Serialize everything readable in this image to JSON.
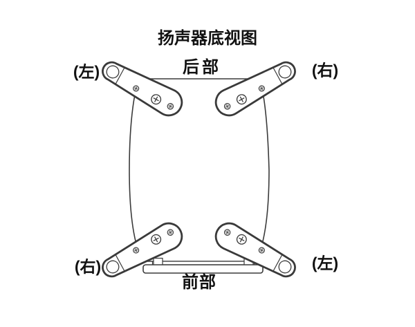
{
  "diagram": {
    "title": "扬声器底视图",
    "rear_label": "后部",
    "front_label": "前部",
    "corner_labels": {
      "top_left": "(左)",
      "top_right": "(右)",
      "bottom_left": "(右)",
      "bottom_right": "(左)"
    },
    "colors": {
      "line": "#3a3a3a",
      "background": "#ffffff",
      "screw_fill": "#d9d9d9",
      "text": "#111111"
    }
  }
}
